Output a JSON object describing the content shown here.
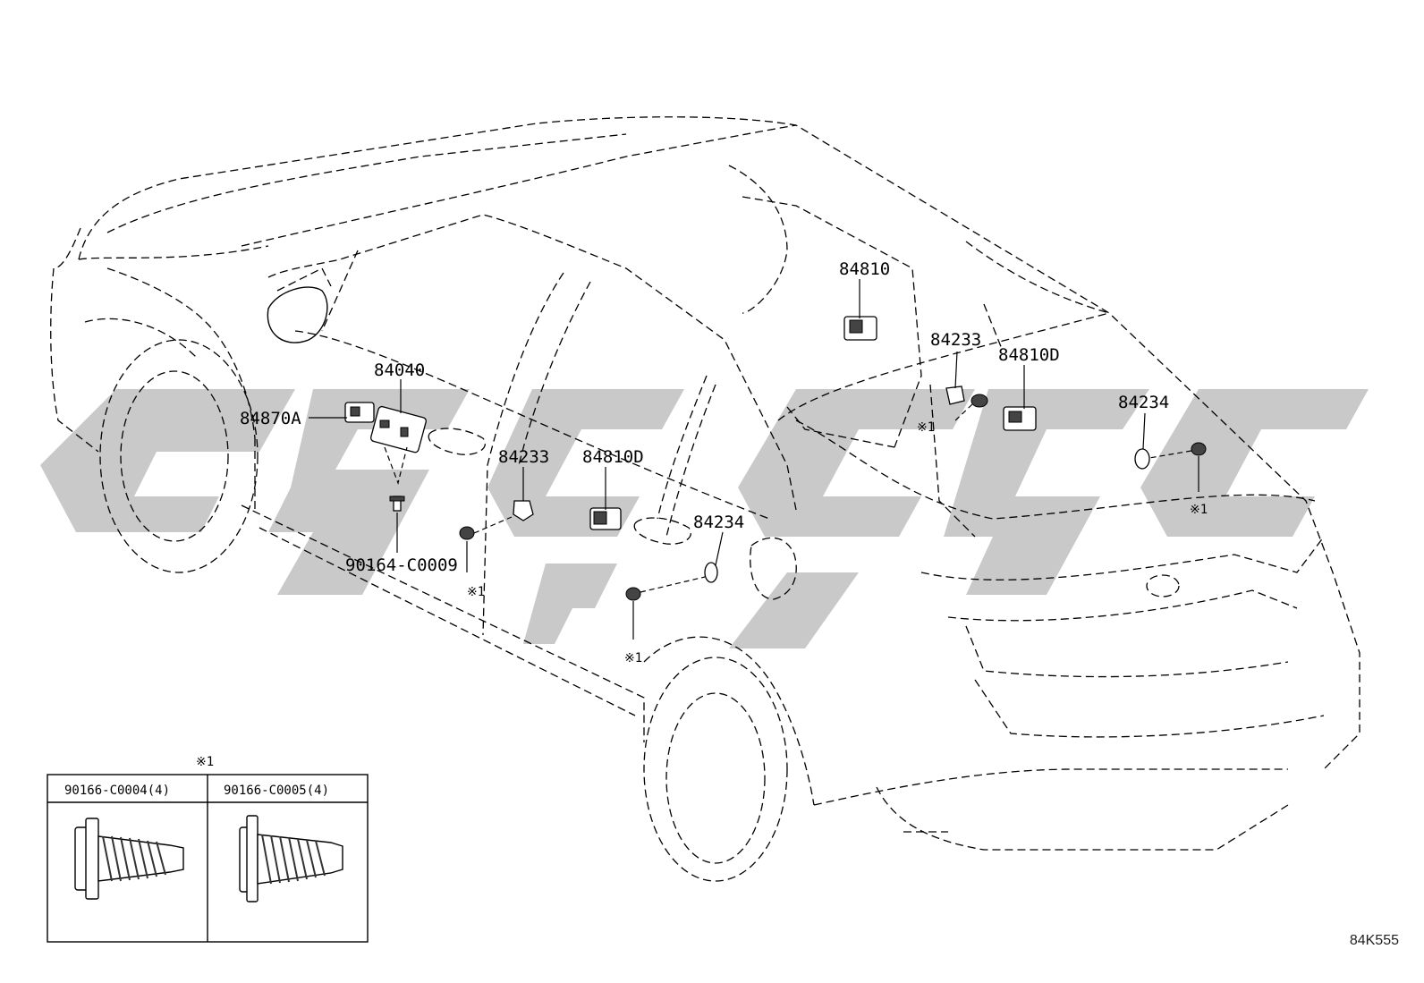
{
  "diagram_code": "84K555",
  "note_mark": "※1",
  "callouts": {
    "p84040": "84040",
    "p84870A": "84870A",
    "p90164": "90164-C0009",
    "p84233_left": "84233",
    "p84810D_center": "84810D",
    "p84234_center": "84234",
    "p84810": "84810",
    "p84233_right": "84233",
    "p84810D_right": "84810D",
    "p84234_right": "84234"
  },
  "inset_table": {
    "caption": "※1",
    "columns": [
      "90166-C0004(4)",
      "90166-C0005(4)"
    ]
  }
}
